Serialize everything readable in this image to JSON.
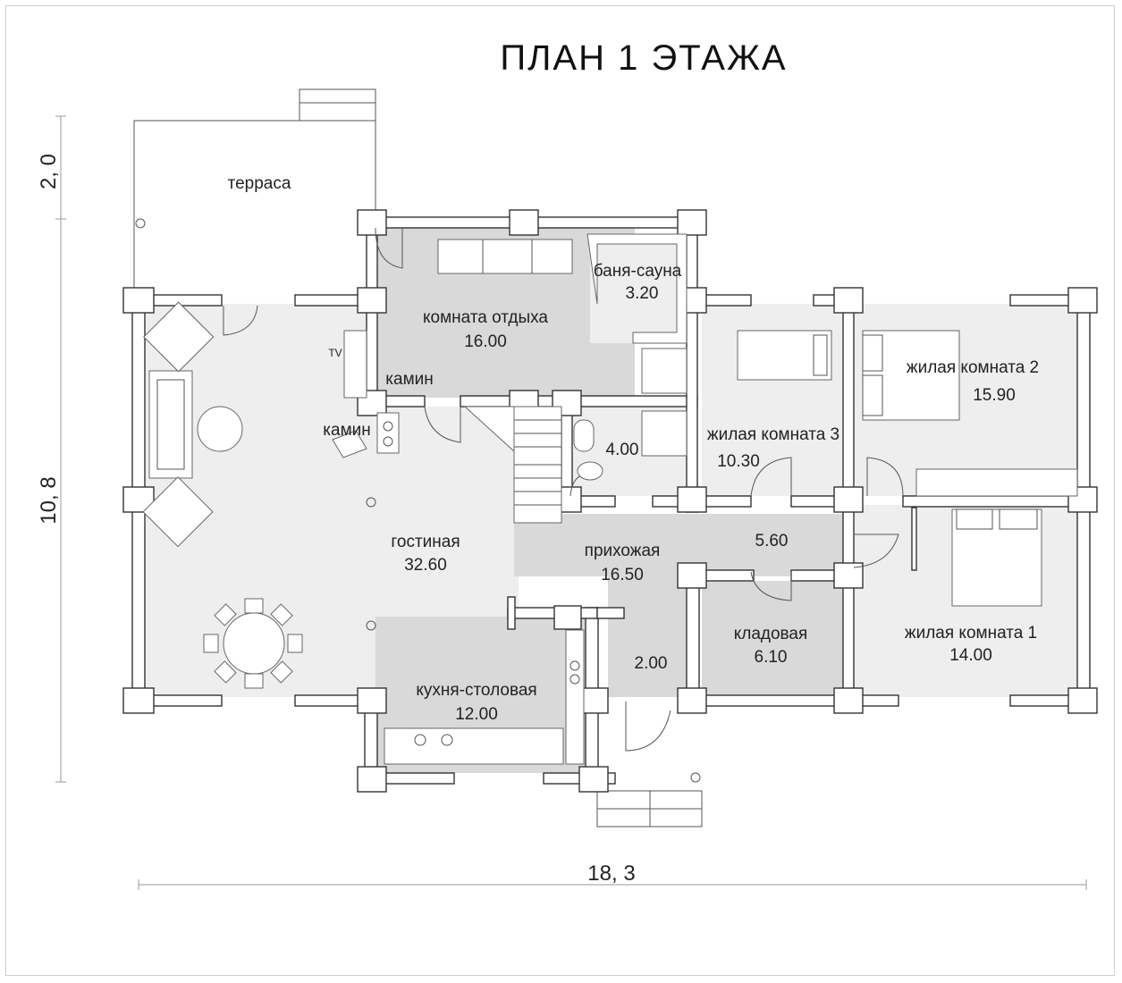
{
  "title": "ПЛАН   1   ЭТАЖА",
  "dimensions": {
    "terrace_depth": "2, 0",
    "house_depth": "10, 8",
    "house_width": "18, 3"
  },
  "rooms": {
    "terrace": {
      "name": "терраса"
    },
    "rest_room": {
      "name": "комната отдыха",
      "area": "16.00"
    },
    "sauna": {
      "name": "баня-сауна",
      "area": "3.20"
    },
    "fireplace_upper": {
      "name": "камин"
    },
    "fireplace_lower": {
      "name": "камин"
    },
    "tv": {
      "name": "TV"
    },
    "living_room": {
      "name": "гостиная",
      "area": "32.60"
    },
    "bathroom": {
      "area": "4.00"
    },
    "bedroom3": {
      "name": "жилая комната 3",
      "area": "10.30"
    },
    "bedroom2": {
      "name": "жилая комната 2",
      "area": "15.90"
    },
    "hall": {
      "name": "прихожая",
      "area": "16.50"
    },
    "corridor": {
      "area": "5.60"
    },
    "vestibule": {
      "area": "2.00"
    },
    "pantry": {
      "name": "кладовая",
      "area": "6.10"
    },
    "bedroom1": {
      "name": "жилая комната 1",
      "area": "14.00"
    },
    "kitchen": {
      "name": "кухня-столовая",
      "area": "12.00"
    }
  }
}
